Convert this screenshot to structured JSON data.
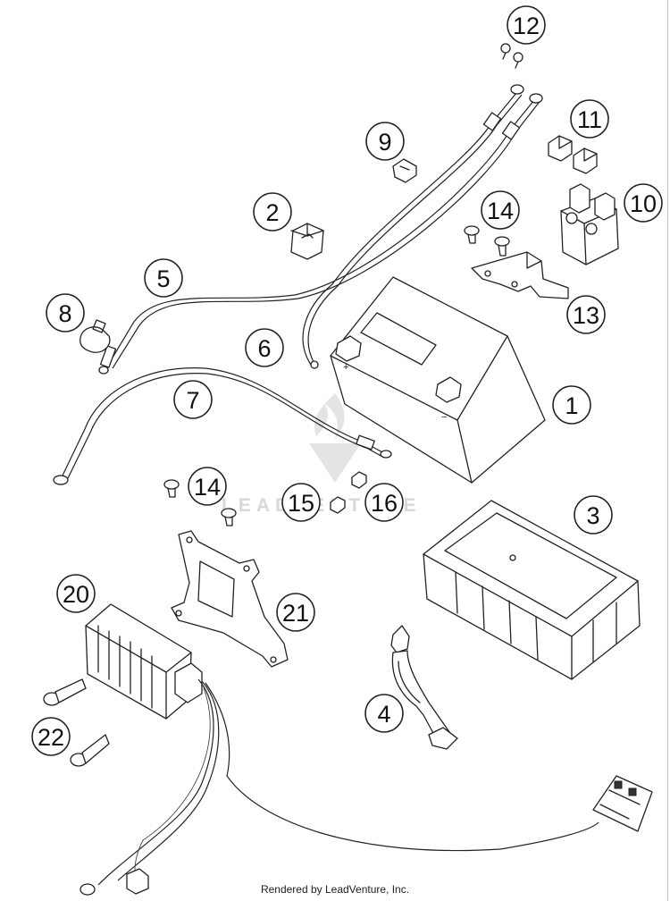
{
  "diagram": {
    "callouts": [
      {
        "id": "callout-1",
        "label": "1"
      },
      {
        "id": "callout-2",
        "label": "2"
      },
      {
        "id": "callout-3",
        "label": "3"
      },
      {
        "id": "callout-4",
        "label": "4"
      },
      {
        "id": "callout-5",
        "label": "5"
      },
      {
        "id": "callout-6",
        "label": "6"
      },
      {
        "id": "callout-7",
        "label": "7"
      },
      {
        "id": "callout-8",
        "label": "8"
      },
      {
        "id": "callout-9",
        "label": "9"
      },
      {
        "id": "callout-10",
        "label": "10"
      },
      {
        "id": "callout-11",
        "label": "11"
      },
      {
        "id": "callout-12",
        "label": "12"
      },
      {
        "id": "callout-13",
        "label": "13"
      },
      {
        "id": "callout-14a",
        "label": "14"
      },
      {
        "id": "callout-14b",
        "label": "14"
      },
      {
        "id": "callout-15",
        "label": "15"
      },
      {
        "id": "callout-16",
        "label": "16"
      },
      {
        "id": "callout-20",
        "label": "20"
      },
      {
        "id": "callout-21",
        "label": "21"
      },
      {
        "id": "callout-22",
        "label": "22"
      }
    ],
    "battery_polarity": {
      "plus": "+",
      "minus": "−"
    }
  },
  "watermark": {
    "text": "LEADVENTURE"
  },
  "footer": {
    "text": "Rendered by LeadVenture, Inc."
  },
  "colors": {
    "line": "#222222",
    "watermark": "#d8d8d8",
    "edge": "#e8b4b4"
  }
}
